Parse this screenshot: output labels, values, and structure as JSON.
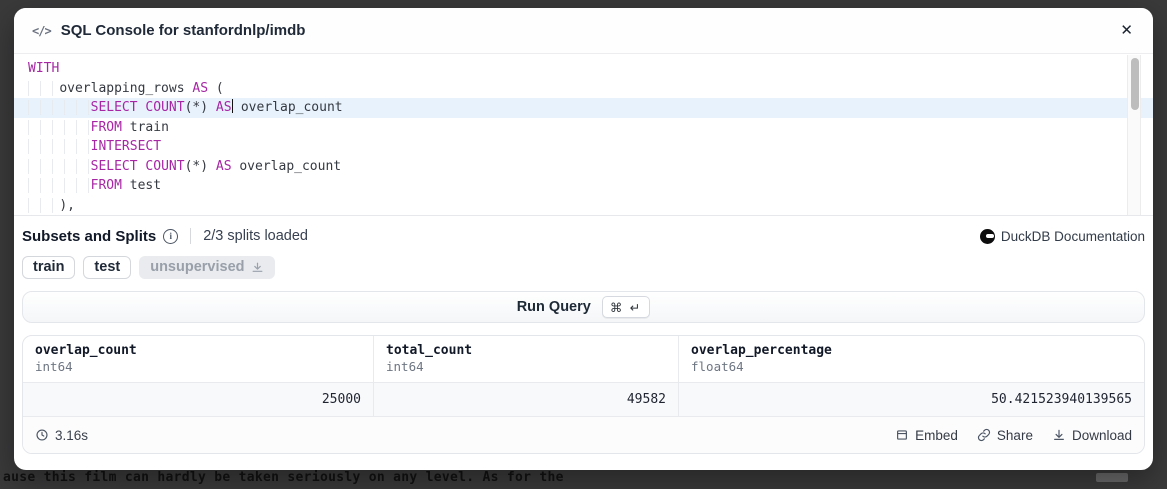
{
  "backdrop": {
    "bottom_text": "ause this film can hardly be taken seriously on any level. As for the"
  },
  "header": {
    "code_icon": "</>",
    "title": "SQL Console for stanfordnlp/imdb",
    "close": "✕"
  },
  "editor": {
    "lines": [
      {
        "highlight": false,
        "segments": [
          [
            "kw",
            "WITH"
          ]
        ]
      },
      {
        "highlight": false,
        "segments": [
          [
            "ind",
            "    "
          ],
          [
            "tx",
            "overlapping_rows "
          ],
          [
            "kw",
            "AS"
          ],
          [
            "tx",
            " ("
          ]
        ]
      },
      {
        "highlight": true,
        "segments": [
          [
            "ind",
            "        "
          ],
          [
            "kw",
            "SELECT"
          ],
          [
            "tx",
            " "
          ],
          [
            "kw",
            "COUNT"
          ],
          [
            "tx",
            "(*) "
          ],
          [
            "kw",
            "AS"
          ],
          [
            "cursor",
            ""
          ],
          [
            "tx",
            " overlap_count"
          ]
        ]
      },
      {
        "highlight": false,
        "segments": [
          [
            "ind",
            "        "
          ],
          [
            "kw",
            "FROM"
          ],
          [
            "tx",
            " train"
          ]
        ]
      },
      {
        "highlight": false,
        "segments": [
          [
            "ind",
            "        "
          ],
          [
            "kw",
            "INTERSECT"
          ]
        ]
      },
      {
        "highlight": false,
        "segments": [
          [
            "ind",
            "        "
          ],
          [
            "kw",
            "SELECT"
          ],
          [
            "tx",
            " "
          ],
          [
            "kw",
            "COUNT"
          ],
          [
            "tx",
            "(*) "
          ],
          [
            "kw",
            "AS"
          ],
          [
            "tx",
            " overlap_count"
          ]
        ]
      },
      {
        "highlight": false,
        "segments": [
          [
            "ind",
            "        "
          ],
          [
            "kw",
            "FROM"
          ],
          [
            "tx",
            " test"
          ]
        ]
      },
      {
        "highlight": false,
        "segments": [
          [
            "ind",
            "    "
          ],
          [
            "tx",
            "),"
          ]
        ]
      }
    ]
  },
  "splits": {
    "title": "Subsets and Splits",
    "info_icon": "i",
    "status": "2/3 splits loaded",
    "doc_link": "DuckDB Documentation",
    "tags": [
      {
        "label": "train",
        "loaded": true,
        "download_icon": false
      },
      {
        "label": "test",
        "loaded": true,
        "download_icon": false
      },
      {
        "label": "unsupervised",
        "loaded": false,
        "download_icon": true
      }
    ]
  },
  "run_query": {
    "label": "Run Query",
    "shortcut": "⌘ ↵"
  },
  "results": {
    "columns": [
      {
        "name": "overlap_count",
        "type": "int64"
      },
      {
        "name": "total_count",
        "type": "int64"
      },
      {
        "name": "overlap_percentage",
        "type": "float64"
      }
    ],
    "rows": [
      [
        "25000",
        "49582",
        "50.421523940139565"
      ]
    ],
    "footer": {
      "duration": "3.16s",
      "actions": [
        "Embed",
        "Share",
        "Download"
      ]
    }
  }
}
